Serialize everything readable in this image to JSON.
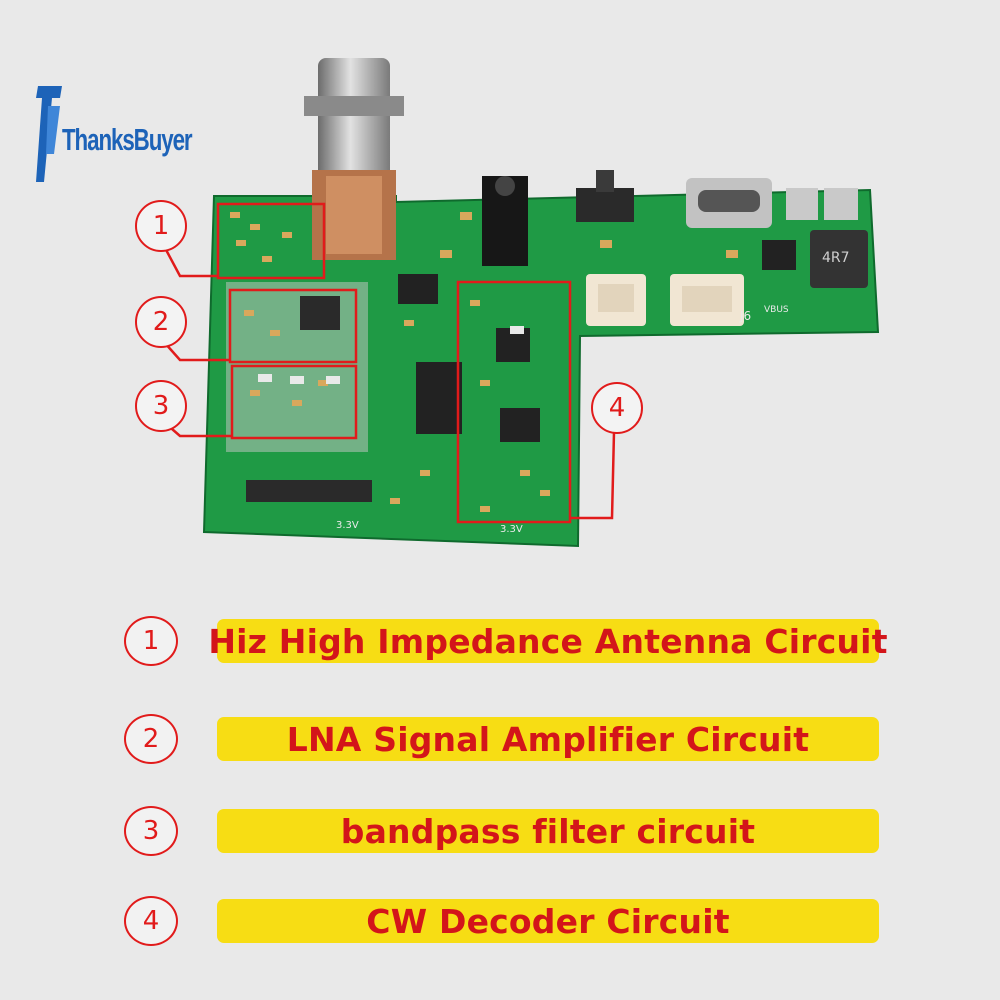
{
  "brand": {
    "name": "ThanksBuyer",
    "color": "#1d63b8"
  },
  "board": {
    "inductor_label": "4R7",
    "connector_label": "J6",
    "vbus_label": "VBUS",
    "power_label_left": "3.3V",
    "power_label_right": "3.3V",
    "pcb_color": "#1f9a45"
  },
  "callouts": [
    "1",
    "2",
    "3",
    "4"
  ],
  "legend": [
    {
      "number": "1",
      "text": "Hiz High Impedance Antenna Circuit"
    },
    {
      "number": "2",
      "text": "LNA Signal Amplifier Circuit"
    },
    {
      "number": "3",
      "text": "bandpass filter circuit"
    },
    {
      "number": "4",
      "text": "CW Decoder Circuit"
    }
  ],
  "colors": {
    "accent_red": "#e11b1b",
    "label_yellow": "#f7dd14",
    "label_text": "#d3151a"
  }
}
